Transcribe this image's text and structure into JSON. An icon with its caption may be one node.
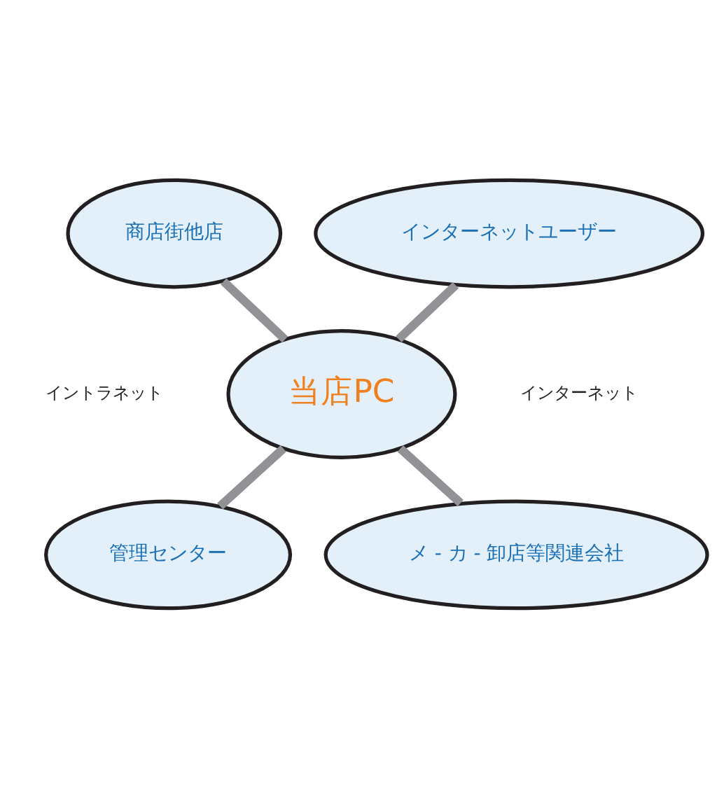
{
  "diagram": {
    "nodes": [
      {
        "text": [
          "商店街他店"
        ]
      },
      {
        "text": [
          "インターネットユーザー"
        ]
      },
      {
        "text": [
          "当店PC"
        ]
      },
      {
        "text": [
          "管理センター"
        ]
      },
      {
        "text": [
          "メ - カ - 卸店等関連会社"
        ]
      }
    ],
    "edges": [
      {
        "from": 0,
        "to": 2,
        "arrow": "none"
      },
      {
        "from": 1,
        "to": 2,
        "arrow": "none"
      },
      {
        "from": 2,
        "to": 3,
        "arrow": "none"
      },
      {
        "from": 2,
        "to": 4,
        "arrow": "none"
      }
    ],
    "labels": [
      "イントラネット",
      "インターネット"
    ]
  }
}
